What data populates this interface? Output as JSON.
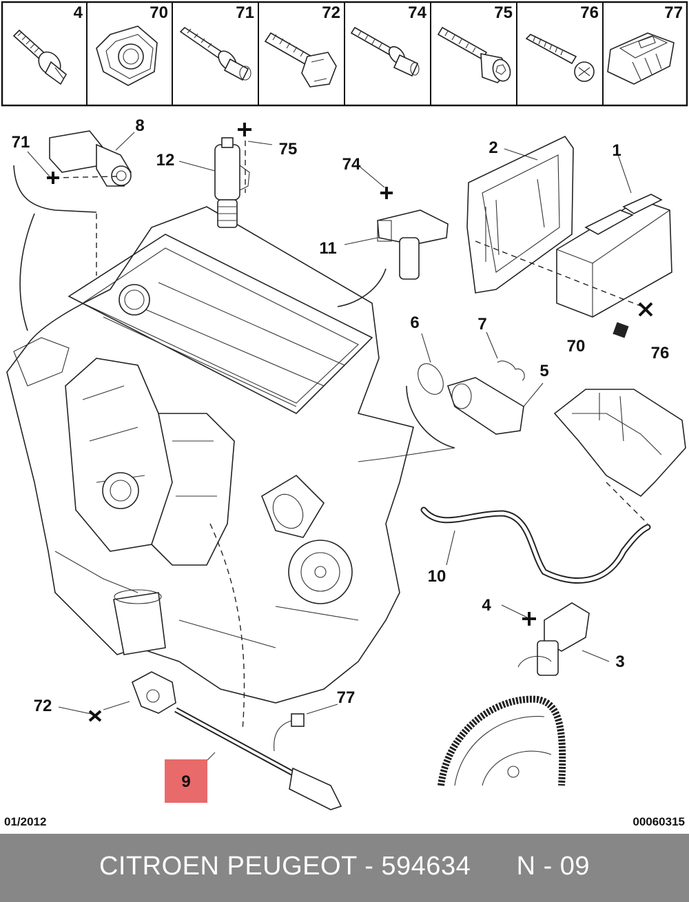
{
  "fastener_table": {
    "cells": [
      {
        "number": "4",
        "icon": "flange-bolt-icon"
      },
      {
        "number": "70",
        "icon": "hex-nut-icon"
      },
      {
        "number": "71",
        "icon": "screw-with-collar-icon"
      },
      {
        "number": "72",
        "icon": "hex-bolt-icon"
      },
      {
        "number": "74",
        "icon": "stud-bolt-icon"
      },
      {
        "number": "75",
        "icon": "socket-cap-screw-icon"
      },
      {
        "number": "76",
        "icon": "self-tapping-screw-icon"
      },
      {
        "number": "77",
        "icon": "connector-clip-icon"
      }
    ]
  },
  "callouts": {
    "c1": "1",
    "c2": "2",
    "c3": "3",
    "c4": "4",
    "c5": "5",
    "c6": "6",
    "c7": "7",
    "c8": "8",
    "c9": "9",
    "c10": "10",
    "c11": "11",
    "c12": "12",
    "c70": "70",
    "c71": "71",
    "c72": "72",
    "c74": "74",
    "c75": "75",
    "c76": "76",
    "c77": "77"
  },
  "highlight": {
    "label": "9",
    "color": "#e86a6a"
  },
  "date_code": "01/2012",
  "diagram_code": "00060315",
  "footer": {
    "brand": "CITROEN PEUGEOT",
    "separator": "-",
    "part_number": "594634",
    "ref": "N - 09"
  }
}
